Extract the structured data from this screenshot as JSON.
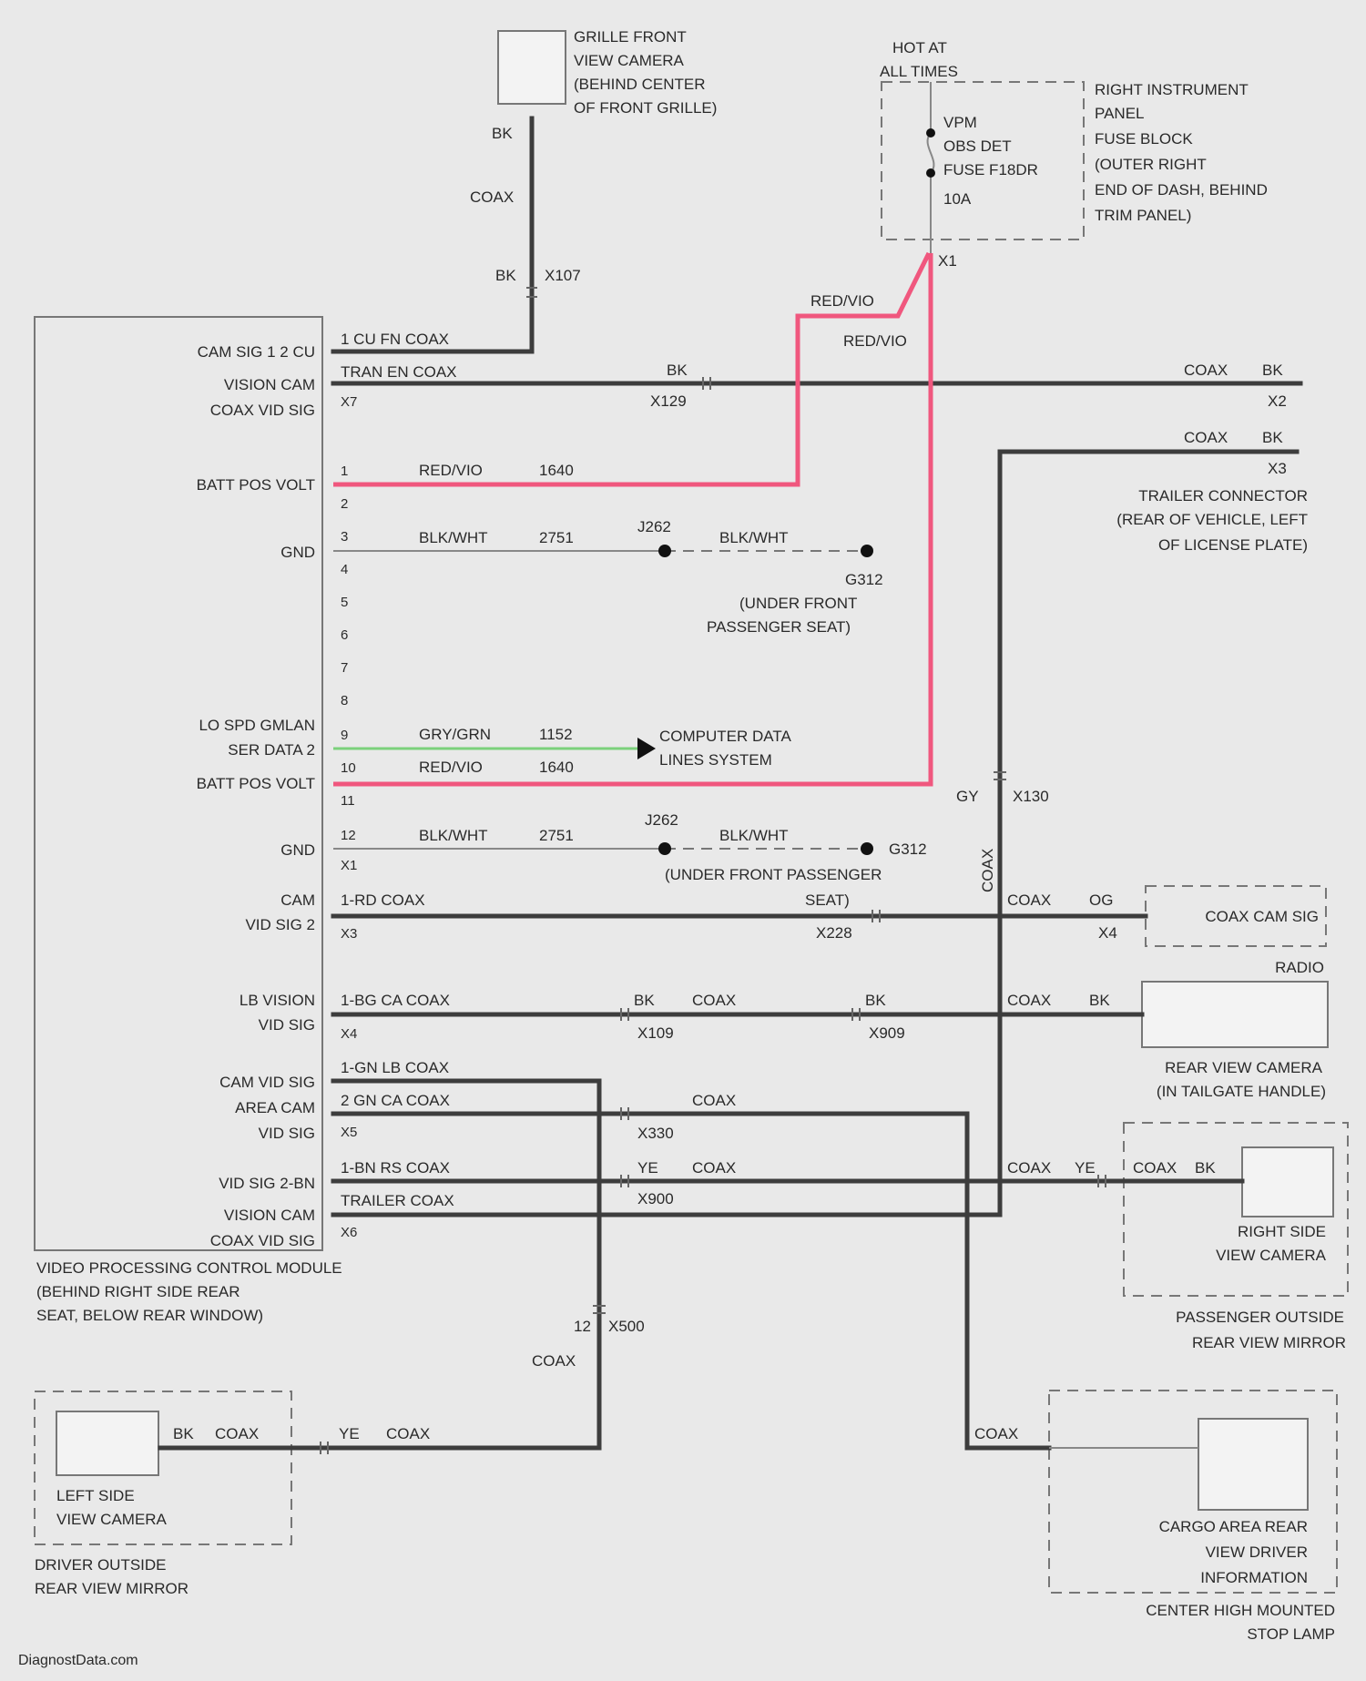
{
  "module": {
    "name": [
      "VIDEO PROCESSING CONTROL MODULE",
      "(BEHIND RIGHT SIDE REAR",
      "SEAT, BELOW REAR WINDOW)"
    ],
    "pin_labels": {
      "cam_sig": "CAM SIG 1 2 CU",
      "vision_cam_1": "VISION CAM",
      "coax_vid_sig_1": "COAX VID SIG",
      "batt_pos_1": "BATT POS VOLT",
      "gnd_1": "GND",
      "lo_spd": "LO SPD GMLAN",
      "ser_data": "SER DATA 2",
      "batt_pos_2": "BATT POS VOLT",
      "gnd_2": "GND",
      "cam": "CAM",
      "vid_sig_2": "VID SIG 2",
      "lb_vision": "LB VISION",
      "vid_sig_a": "VID SIG",
      "cam_vid_sig": "CAM VID SIG",
      "area_cam": "AREA CAM",
      "vid_sig_b": "VID SIG",
      "vid_sig_2bn": "VID SIG 2-BN",
      "vision_cam_2": "VISION CAM",
      "coax_vid_sig_2": "COAX VID SIG"
    },
    "pins": [
      "1",
      "2",
      "3",
      "4",
      "5",
      "6",
      "7",
      "8",
      "9",
      "10",
      "11",
      "12"
    ],
    "pin_connectors": [
      "X1",
      "X2",
      "X3",
      "X4",
      "X5",
      "X6",
      "X7"
    ]
  },
  "wire_labels": {
    "coax_front": "1 CU FN COAX",
    "coax_trans": "TRAN EN COAX",
    "red_vio": "RED/VIO",
    "c1640": "1640",
    "blk_wht": "BLK/WHT",
    "c2751": "2751",
    "gry_grn": "GRY/GRN",
    "c1152": "1152",
    "rd_coax": "1-RD COAX",
    "bg_coax": "1-BG CA COAX",
    "gn_coax": "1-GN LB COAX",
    "gn2_coax": "2 GN CA COAX",
    "bn_coax": "1-BN RS COAX",
    "trailer_coax": "TRAILER COAX",
    "coax": "COAX",
    "bk": "BK",
    "og": "OG",
    "ye": "YE",
    "gy": "GY"
  },
  "connectors": {
    "x107": "X107",
    "x129": "X129",
    "x130": "X130",
    "x228": "X228",
    "x109": "X109",
    "x909": "X909",
    "x330": "X330",
    "x900": "X900",
    "x500": "X500",
    "x1": "X1",
    "x2": "X2",
    "x3": "X3",
    "x4": "X4",
    "pin12": "12"
  },
  "splices": {
    "j262a": "J262",
    "j262b": "J262"
  },
  "grounds": {
    "g312a": "G312",
    "g312a_loc": [
      "(UNDER FRONT",
      "PASSENGER SEAT)"
    ],
    "g312b": "G312",
    "g312b_loc": "(UNDER FRONT PASSENGER",
    "g312b_seat": "SEAT)"
  },
  "components": {
    "grille_camera": [
      "GRILLE FRONT",
      "VIEW CAMERA",
      "(BEHIND CENTER",
      "OF FRONT GRILLE)"
    ],
    "hot_at": [
      "HOT AT",
      "ALL TIMES"
    ],
    "fuse": [
      "VPM",
      "OBS DET",
      "FUSE F18DR",
      "10A"
    ],
    "fuse_block": [
      "RIGHT INSTRUMENT",
      "PANEL",
      "FUSE BLOCK",
      "(OUTER RIGHT",
      "END OF DASH, BEHIND",
      "TRIM PANEL)"
    ],
    "trailer_connector": [
      "TRAILER CONNECTOR",
      "(REAR OF VEHICLE, LEFT",
      "OF LICENSE PLATE)"
    ],
    "computer_data": [
      "COMPUTER DATA",
      "LINES SYSTEM"
    ],
    "coax_cam_sig": "COAX CAM SIG",
    "radio": "RADIO",
    "rear_camera": [
      "REAR VIEW CAMERA",
      "(IN TAILGATE HANDLE)"
    ],
    "right_camera": [
      "RIGHT SIDE",
      "VIEW CAMERA"
    ],
    "passenger_mirror": [
      "PASSENGER OUTSIDE",
      "REAR VIEW MIRROR"
    ],
    "left_camera": [
      "LEFT SIDE",
      "VIEW CAMERA"
    ],
    "driver_mirror": [
      "DRIVER OUTSIDE",
      "REAR VIEW MIRROR"
    ],
    "cargo_camera": [
      "CARGO AREA REAR",
      "VIEW DRIVER",
      "INFORMATION"
    ],
    "chmsl": [
      "CENTER HIGH MOUNTED",
      "STOP LAMP"
    ]
  },
  "footer": "DiagnostData.com"
}
